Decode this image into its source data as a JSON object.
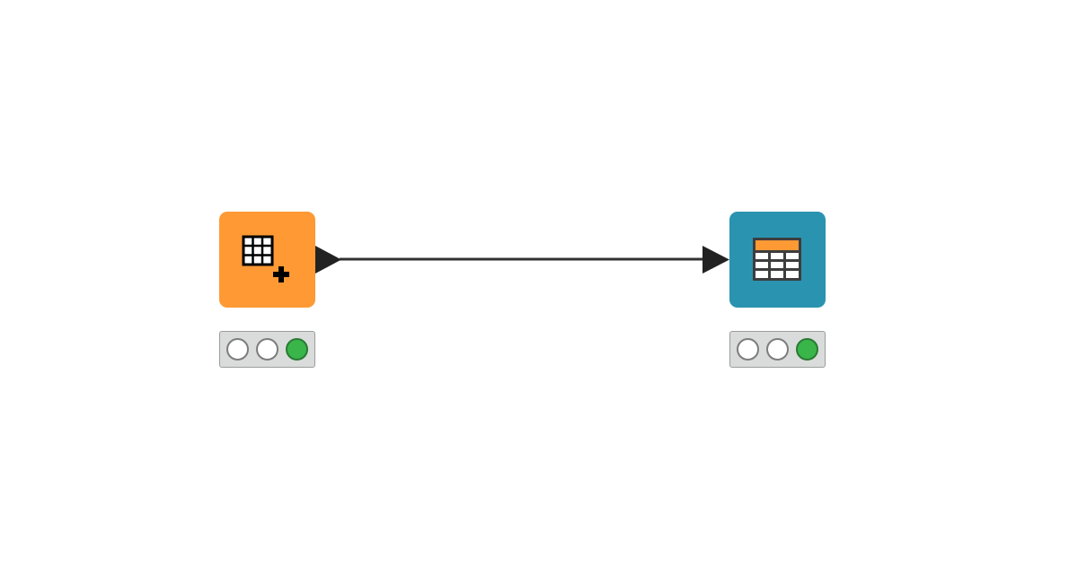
{
  "workflow": {
    "nodes": [
      {
        "id": "source",
        "icon": "table-creator-icon",
        "color": "#fe9934",
        "status_lights": [
          "off",
          "off",
          "on"
        ]
      },
      {
        "id": "target",
        "icon": "table-view-icon",
        "color": "#2a93b0",
        "status_lights": [
          "off",
          "off",
          "on"
        ]
      }
    ],
    "connection": {
      "from": "source",
      "to": "target",
      "color": "#333333"
    },
    "status_colors": {
      "on": "#3ab54a",
      "off": "#ffffff"
    }
  }
}
